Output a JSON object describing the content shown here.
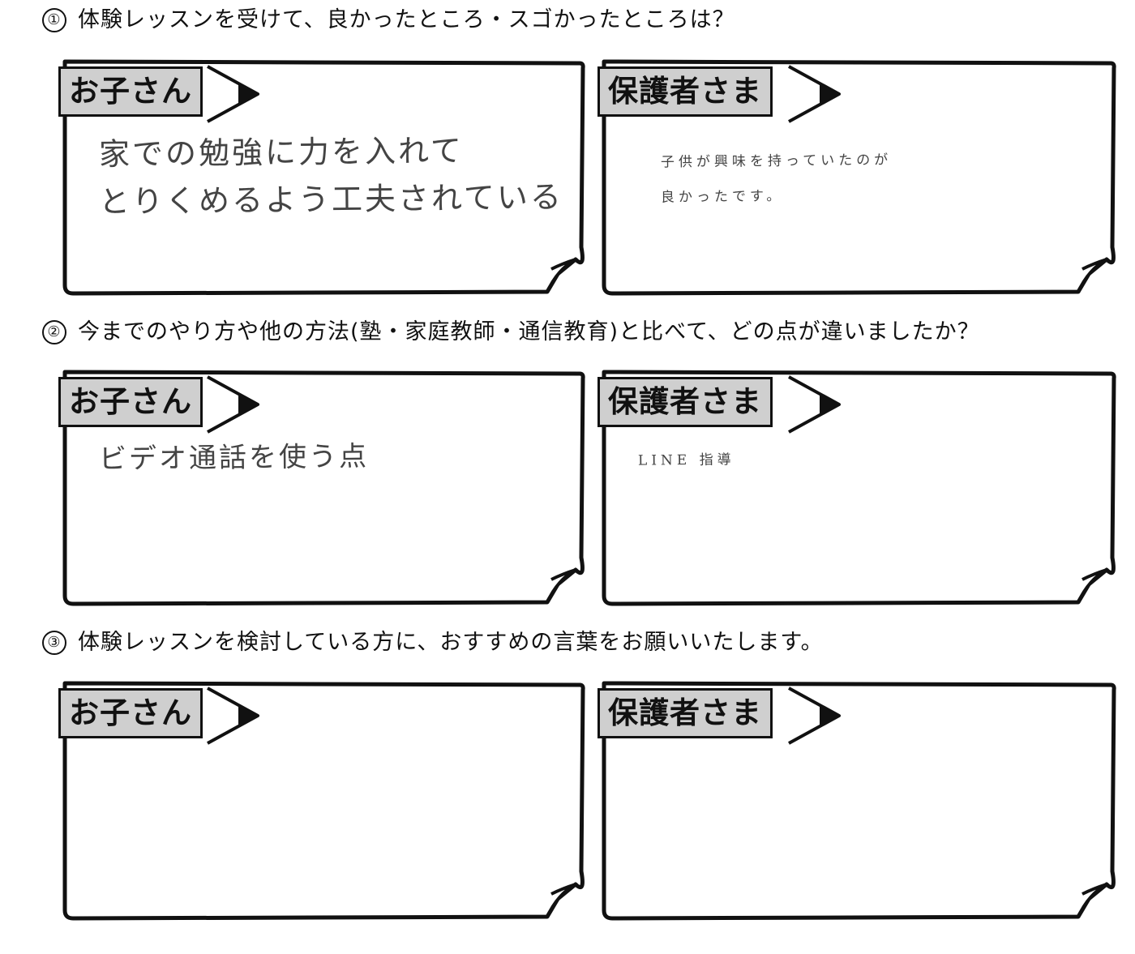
{
  "sections": [
    {
      "number": "①",
      "question": "体験レッスンを受けて、良かったところ・スゴかったところは？",
      "child": {
        "label": "お子さん",
        "answer_lines": [
          "家での勉強に力を入れて",
          "とりくめるよう工夫されている"
        ]
      },
      "parent": {
        "label": "保護者さま",
        "answer_lines": [
          "子供が興味を持っていたのが",
          "良かったです。"
        ]
      }
    },
    {
      "number": "②",
      "question": "今までのやり方や他の方法(塾・家庭教師・通信教育)と比べて、どの点が違いましたか？",
      "child": {
        "label": "お子さん",
        "answer_lines": [
          "ビデオ通話を使う点"
        ]
      },
      "parent": {
        "label": "保護者さま",
        "answer_lines": [
          "LINE 指導"
        ]
      }
    },
    {
      "number": "③",
      "question": "体験レッスンを検討している方に、おすすめの言葉をお願いいたします。",
      "child": {
        "label": "お子さん",
        "answer_lines": []
      },
      "parent": {
        "label": "保護者さま",
        "answer_lines": []
      }
    }
  ]
}
